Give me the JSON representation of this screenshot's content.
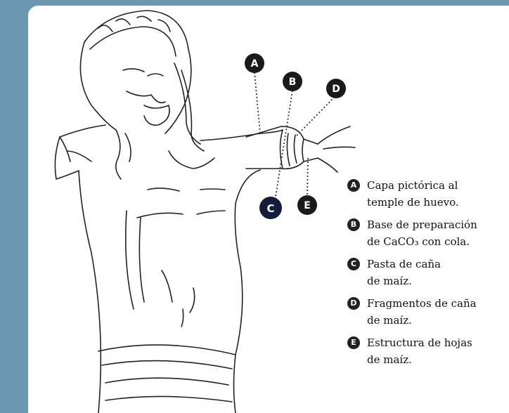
{
  "callouts": [
    {
      "letter": "A",
      "fill": "#1a1a1a"
    },
    {
      "letter": "B",
      "fill": "#1a1a1a"
    },
    {
      "letter": "C",
      "fill": "#141c3c"
    },
    {
      "letter": "D",
      "fill": "#1a1a1a"
    },
    {
      "letter": "E",
      "fill": "#1a1a1a"
    }
  ],
  "legend": [
    {
      "letter": "A",
      "text": "Capa pictórica al\ntemple de huevo."
    },
    {
      "letter": "B",
      "text": "Base de preparación\nde CaCO₃ con cola."
    },
    {
      "letter": "C",
      "text": "Pasta de caña\nde maíz."
    },
    {
      "letter": "D",
      "text": "Fragmentos de caña\nde maíz."
    },
    {
      "letter": "E",
      "text": "Estructura de hojas\nde maíz."
    }
  ],
  "colors": {
    "background": "#6b97b3",
    "panel": "#ffffff",
    "ink": "#222222"
  }
}
